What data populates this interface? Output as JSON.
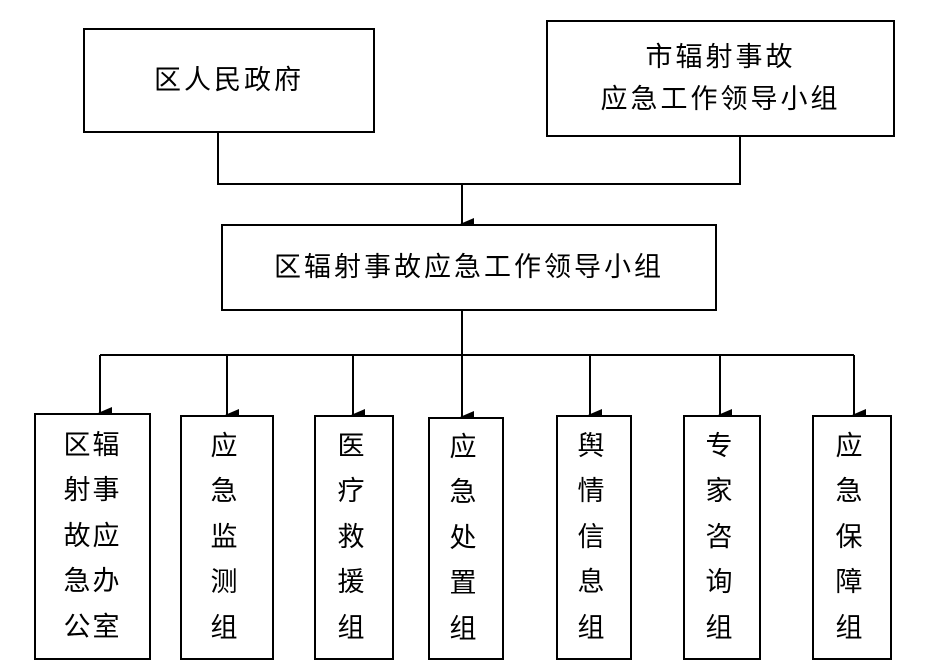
{
  "org_chart": {
    "district_government": {
      "label": "区人民政府"
    },
    "city_leading_group": {
      "lines": [
        "市辐射事故",
        "应急工作领导小组"
      ]
    },
    "district_leading_group": {
      "label": "区辐射事故应急工作领导小组"
    },
    "subgroups": [
      {
        "rows": [
          "区辐",
          "射事",
          "故应",
          "急办",
          "公室"
        ]
      },
      {
        "rows": [
          "应",
          "急",
          "监",
          "测",
          "组"
        ]
      },
      {
        "rows": [
          "医",
          "疗",
          "救",
          "援",
          "组"
        ]
      },
      {
        "rows": [
          "应",
          "急",
          "处",
          "置",
          "组"
        ]
      },
      {
        "rows": [
          "舆",
          "情",
          "信",
          "息",
          "组"
        ]
      },
      {
        "rows": [
          "专",
          "家",
          "咨",
          "询",
          "组"
        ]
      },
      {
        "rows": [
          "应",
          "急",
          "保",
          "障",
          "组"
        ]
      }
    ]
  }
}
